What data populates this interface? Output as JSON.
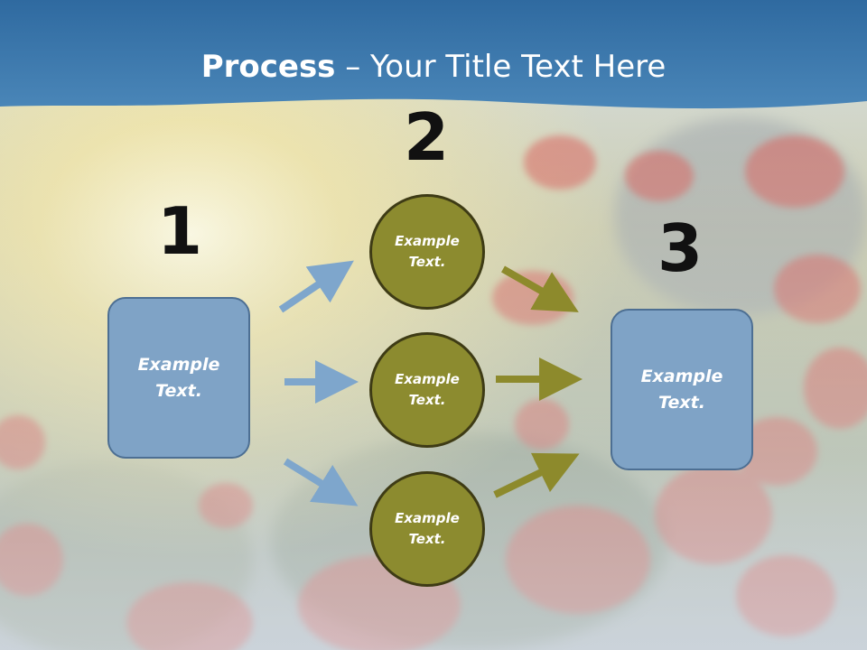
{
  "title": {
    "bold": "Process",
    "rest": " – Your Title Text Here"
  },
  "steps": [
    {
      "number": "1",
      "label": "Example\nText."
    },
    {
      "number": "2",
      "items": [
        "Example\nText.",
        "Example\nText.",
        "Example\nText."
      ]
    },
    {
      "number": "3",
      "label": "Example\nText."
    }
  ],
  "colors": {
    "header": "#3f79ab",
    "box_fill": "#7fa3c6",
    "circle_fill": "#8c8b2f",
    "blue_arrow": "#7ea6cc",
    "olive_arrow": "#8d8a2c"
  }
}
